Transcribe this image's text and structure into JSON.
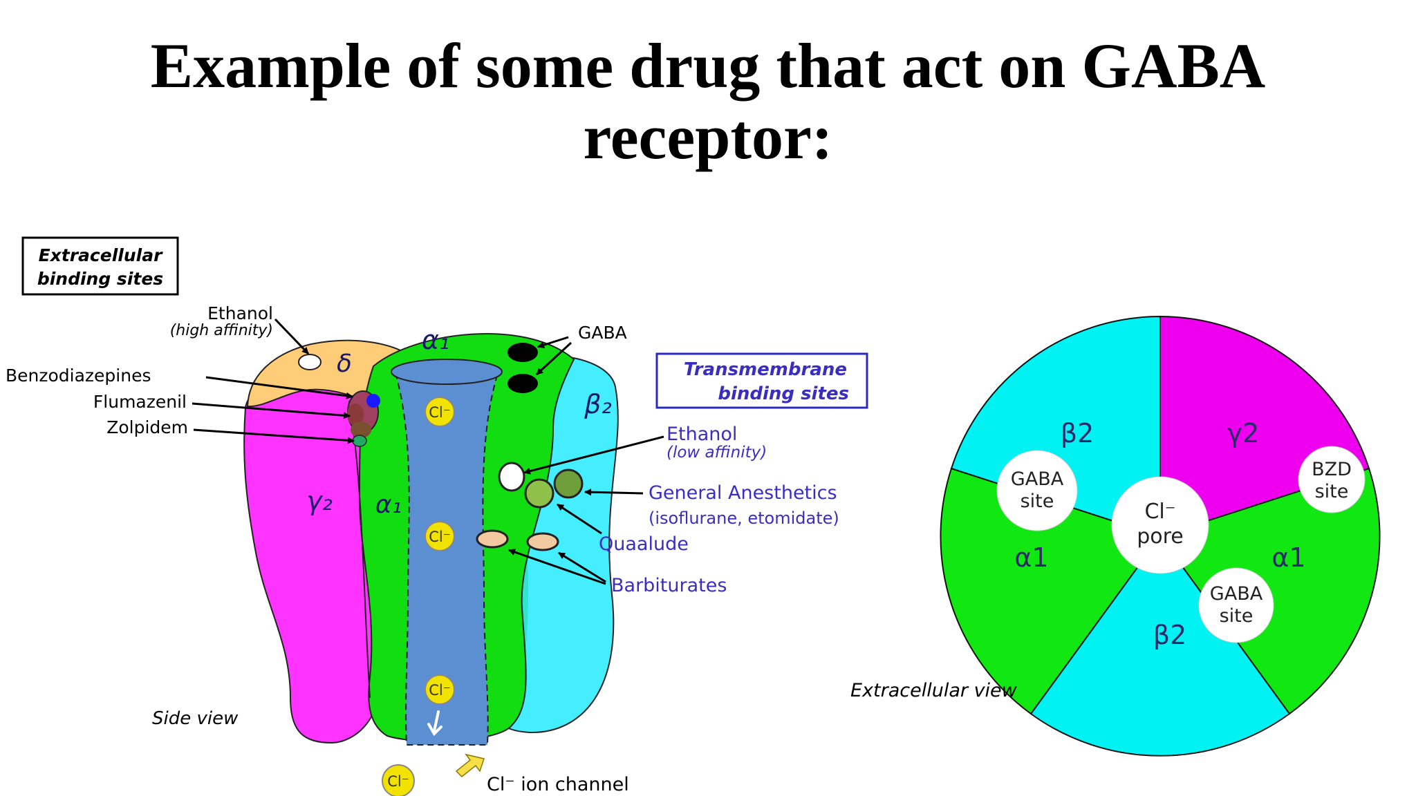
{
  "title": {
    "line1": "Example of some drug that act on GABA",
    "line2": "receptor:"
  },
  "colors": {
    "gamma": "#ff33ff",
    "alpha": "#11dd11",
    "delta": "#ffcc77",
    "beta": "#44eeff",
    "channel": "#5b8fd2",
    "chloride": "#f2e200",
    "label_blue": "#3a2ec0",
    "pie_magenta": "#ee00ee",
    "pie_cyan": "#00f2f2",
    "pie_green": "#11e811"
  },
  "side_view": {
    "box_extracellular": {
      "line1": "Extracellular",
      "line2": "binding sites"
    },
    "box_transmembrane": {
      "line1": "Transmembrane",
      "line2": "binding sites"
    },
    "subunits": {
      "alpha_top": "α₁",
      "delta": "δ",
      "beta": "β₂",
      "gamma": "γ₂",
      "alpha_left": "α₁"
    },
    "chloride_label": "Cl⁻",
    "labels": {
      "ethanol_high": "Ethanol",
      "ethanol_high_note": "(high affinity)",
      "gaba": "GABA",
      "benzodiazepines": "Benzodiazepines",
      "flumazenil": "Flumazenil",
      "zolpidem": "Zolpidem",
      "ethanol_low": "Ethanol",
      "ethanol_low_note": "(low affinity)",
      "general_anesthetics": "General Anesthetics",
      "general_anesthetics_note": "(isoflurane, etomidate)",
      "quaalude": "Quaalude",
      "barbiturates": "Barbiturates",
      "side_view": "Side view",
      "ion_channel": "Cl⁻ ion channel"
    }
  },
  "extracellular_view": {
    "segments": {
      "beta_top": "β2",
      "gamma": "γ2",
      "alpha_left": "α1",
      "alpha_right": "α1",
      "beta_bottom": "β2"
    },
    "sites": {
      "gaba_left": {
        "line1": "GABA",
        "line2": "site"
      },
      "bzd": {
        "line1": "BZD",
        "line2": "site"
      },
      "pore": {
        "line1": "Cl⁻",
        "line2": "pore"
      },
      "gaba_bottom": {
        "line1": "GABA",
        "line2": "site"
      }
    },
    "caption": "Extracellular view"
  }
}
